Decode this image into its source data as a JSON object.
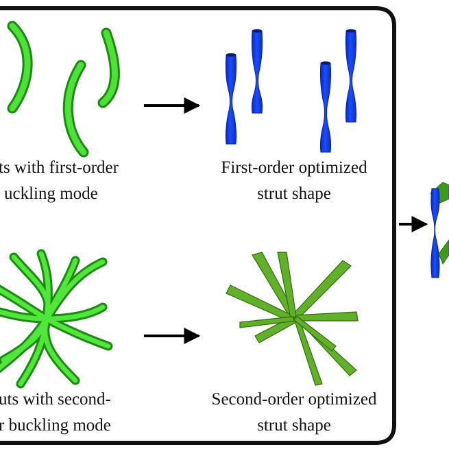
{
  "panel_top_left": {
    "caption_line1": "ts with first-order",
    "caption_line2": "uckling mode",
    "strut_color": "#3ed42a"
  },
  "panel_top_right": {
    "caption_line1": "First-order optimized",
    "caption_line2": "strut shape",
    "strut_color": "#0d3ce8"
  },
  "panel_bottom_left": {
    "caption_line1": "uts with second-",
    "caption_line2": "r buckling mode",
    "strut_color": "#3ed42a"
  },
  "panel_bottom_right": {
    "caption_line1": "Second-order optimized",
    "caption_line2": "strut shape",
    "strut_color": "#5caa1e"
  },
  "arrows": [
    "first-order-arrow",
    "second-order-arrow",
    "output-arrow"
  ],
  "colors": {
    "frame": "#111111",
    "arrow": "#000000",
    "outside_blue": "#0d3ce8",
    "outside_green": "#3e9a1e"
  }
}
